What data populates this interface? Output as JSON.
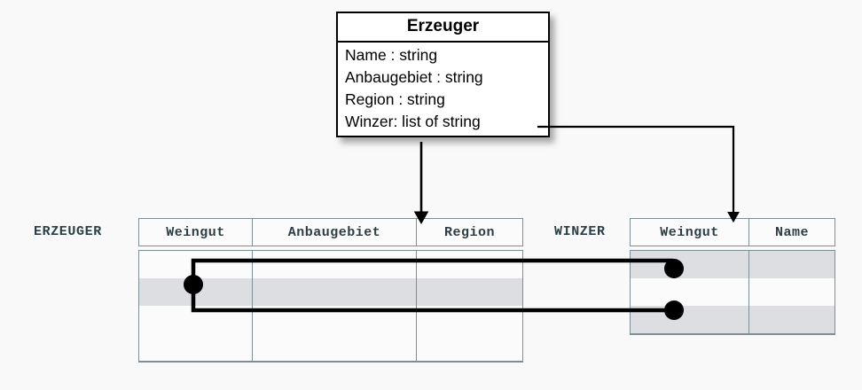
{
  "diagram": {
    "kind": "uml-class-to-relational-mapping",
    "background_color": "#f9f9f9"
  },
  "uml_class": {
    "title": "Erzeuger",
    "attributes": [
      "Name : string",
      "Anbaugebiet : string",
      "Region : string",
      "Winzer: list of string"
    ],
    "border_color": "#000000",
    "fill_color": "#ffffff"
  },
  "tables": [
    {
      "id": "erzeuger",
      "label": "ERZEUGER",
      "columns": [
        "Weingut",
        "Anbaugebiet",
        "Region"
      ],
      "row_count": 4,
      "shaded_rows": [
        2
      ],
      "border_color": "#7d8e94",
      "shade_color": "#dcdee2"
    },
    {
      "id": "winzer",
      "label": "WINZER",
      "columns": [
        "Weingut",
        "Name"
      ],
      "row_count": 3,
      "shaded_rows": [
        1,
        3
      ],
      "border_color": "#7d8e94",
      "shade_color": "#dcdee2"
    }
  ],
  "connectors": {
    "line_color": "#000000",
    "arrows": [
      {
        "name": "class-to-erzeuger-table",
        "from": "Erzeuger class box bottom",
        "to": "ERZEUGER table header"
      },
      {
        "name": "winzer-attribute-to-winzer-table",
        "from": "Winzer: list of string attribute",
        "to": "WINZER table header"
      }
    ],
    "links": [
      {
        "name": "erzeuger-row2-to-winzer-row1",
        "from": "ERZEUGER Weingut row 2",
        "to": "WINZER Weingut row 1"
      },
      {
        "name": "erzeuger-row2-to-winzer-row3",
        "from": "ERZEUGER Weingut row 2",
        "to": "WINZER Weingut row 3"
      }
    ]
  }
}
